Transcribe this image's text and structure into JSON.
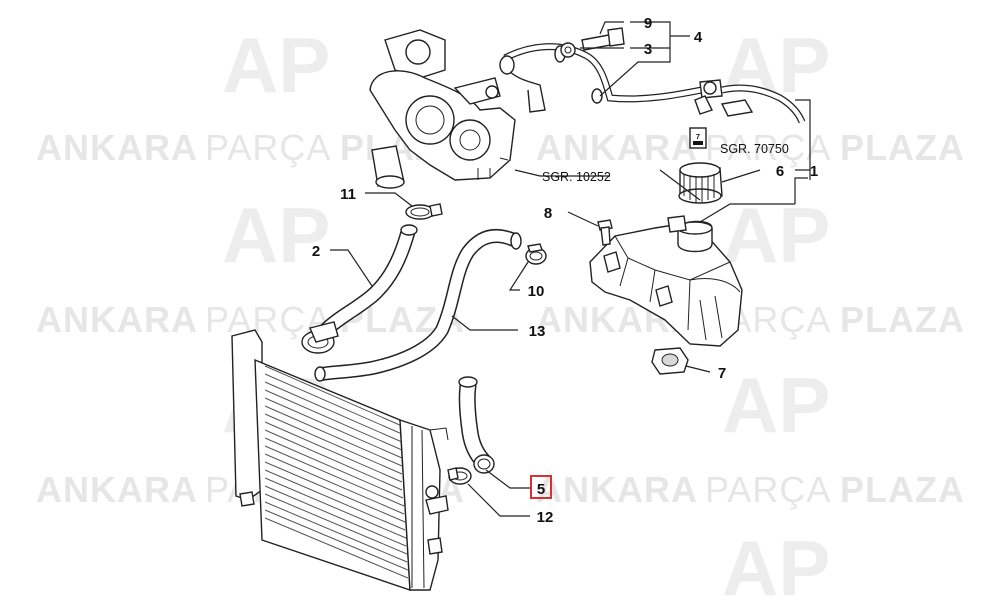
{
  "watermark": {
    "brand_bold_1": "ANKARA",
    "brand_light": "PARÇA",
    "brand_bold_2": "PLAZA",
    "logo_letters": "AP"
  },
  "callouts": [
    {
      "id": "9",
      "label": "9"
    },
    {
      "id": "3",
      "label": "3"
    },
    {
      "id": "4",
      "label": "4"
    },
    {
      "id": "6",
      "label": "6"
    },
    {
      "id": "1",
      "label": "1"
    },
    {
      "id": "8",
      "label": "8"
    },
    {
      "id": "11",
      "label": "11"
    },
    {
      "id": "2",
      "label": "2"
    },
    {
      "id": "10",
      "label": "10"
    },
    {
      "id": "13",
      "label": "13"
    },
    {
      "id": "7",
      "label": "7"
    },
    {
      "id": "5",
      "label": "5",
      "highlighted": true
    },
    {
      "id": "12",
      "label": "12"
    }
  ],
  "references": {
    "sgr_turbo": "SGR. 10252",
    "sgr_tank": "SGR. 70750",
    "cap_tag": "7"
  },
  "colors": {
    "highlight": "#d93030",
    "watermark": "#e6e6e6",
    "lines": "#222222"
  }
}
